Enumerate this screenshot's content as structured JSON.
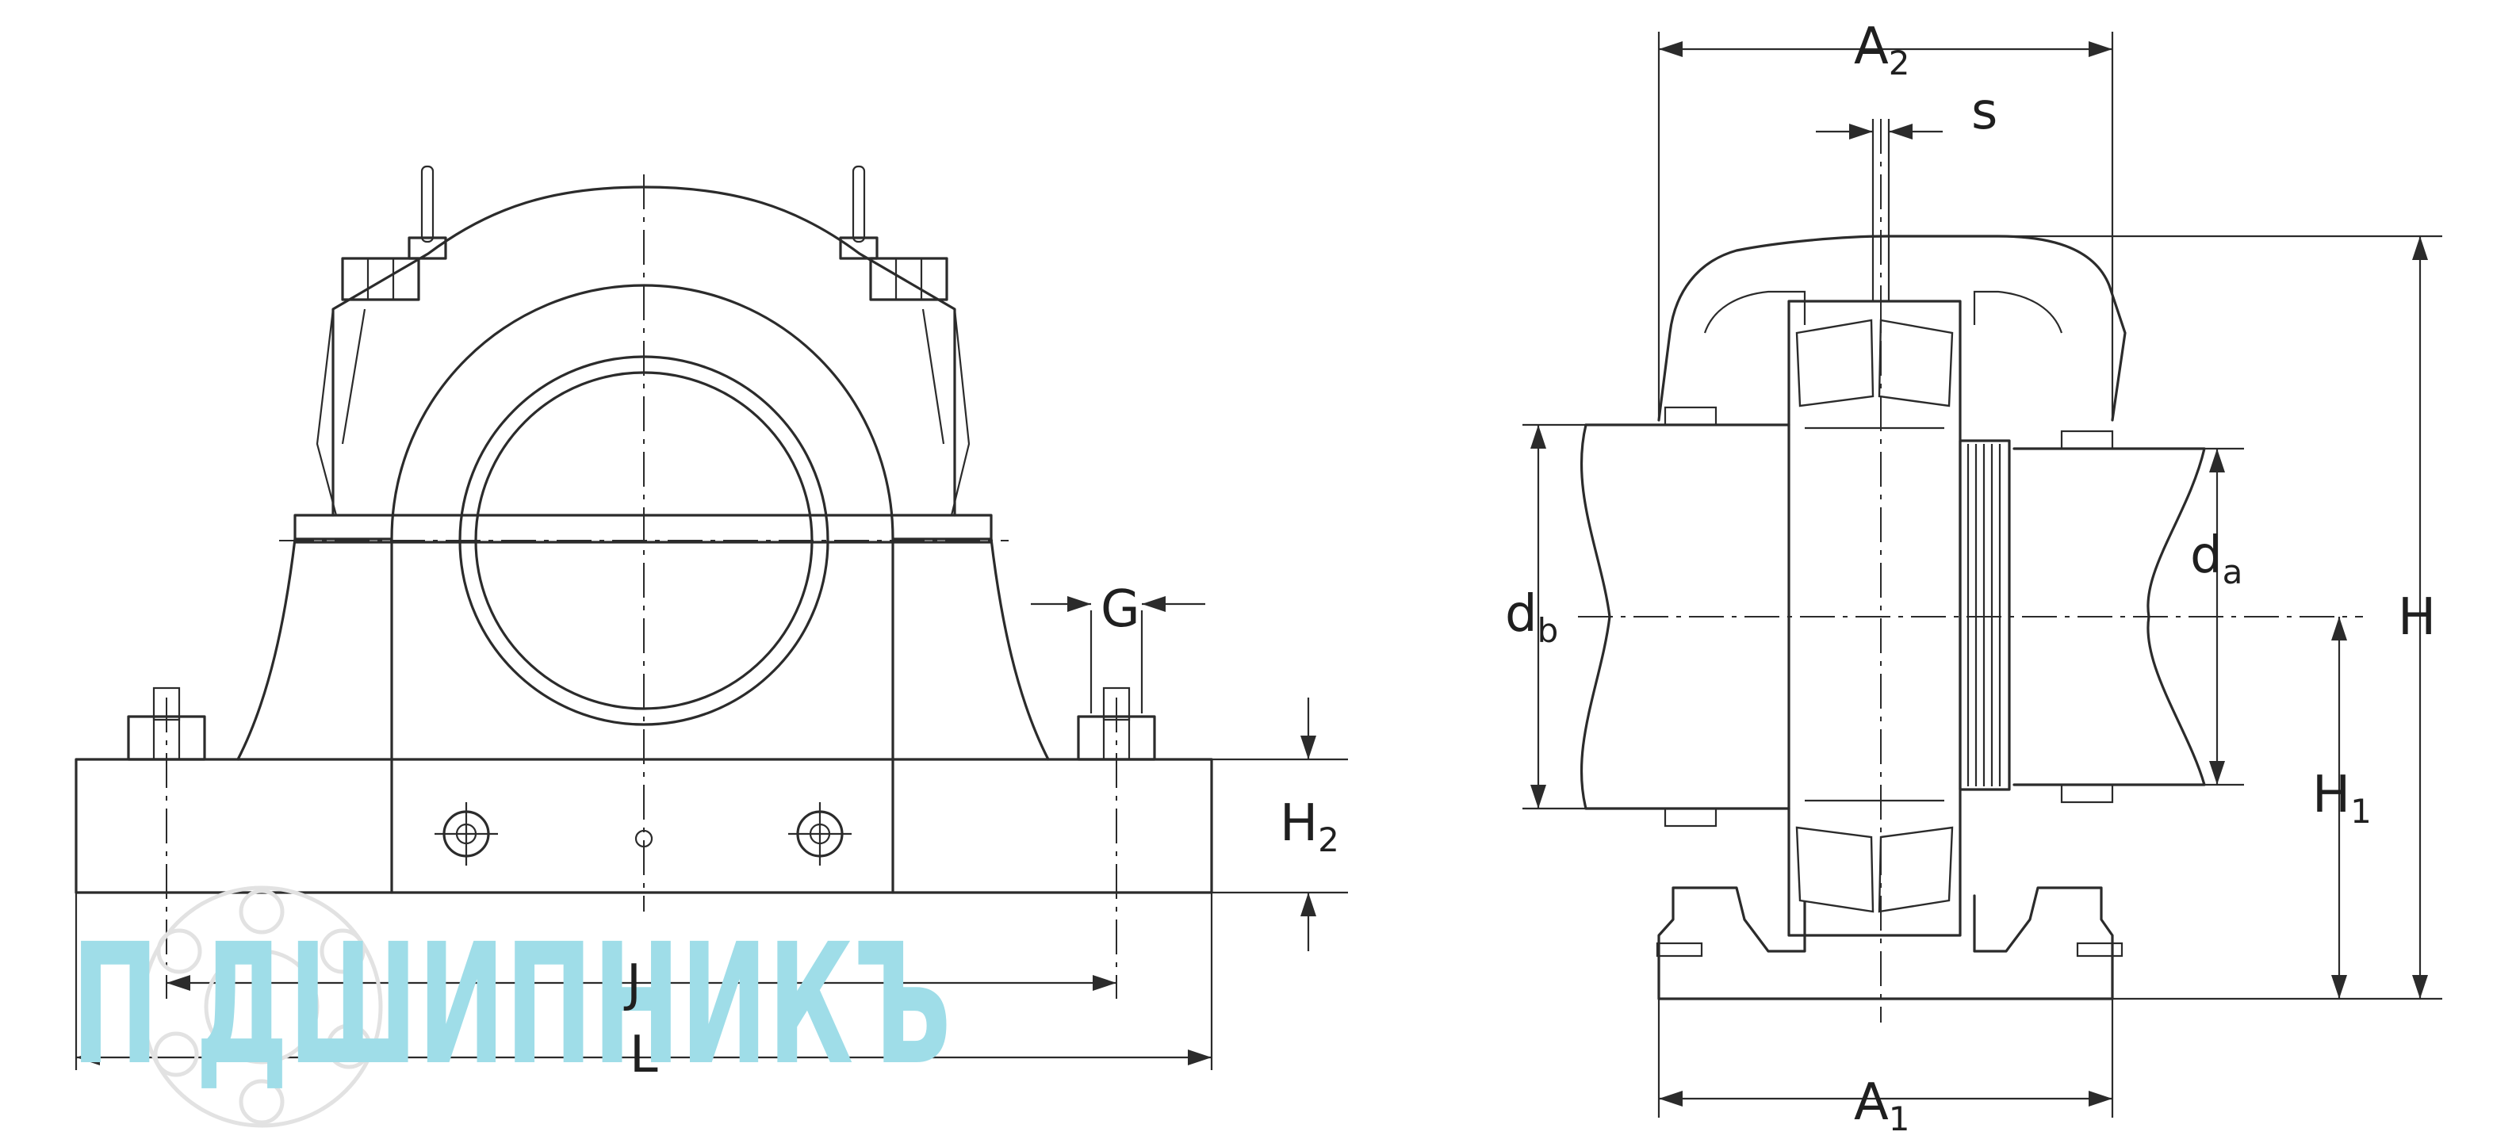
{
  "labels": {
    "G": "G",
    "H2_main": "H",
    "H2_sub": "2",
    "J": "J",
    "L": "L",
    "A2_main": "A",
    "A2_sub": "2",
    "s": "s",
    "db_main": "d",
    "db_sub": "b",
    "da_main": "d",
    "da_sub": "a",
    "H": "H",
    "H1_main": "H",
    "H1_sub": "1",
    "A1_main": "A",
    "A1_sub": "1"
  },
  "watermark": {
    "text": "П   ДШИПНИКЪ",
    "color": "#9fdde8"
  },
  "colors": {
    "line": "#2b2b2b",
    "background": "#ffffff"
  }
}
